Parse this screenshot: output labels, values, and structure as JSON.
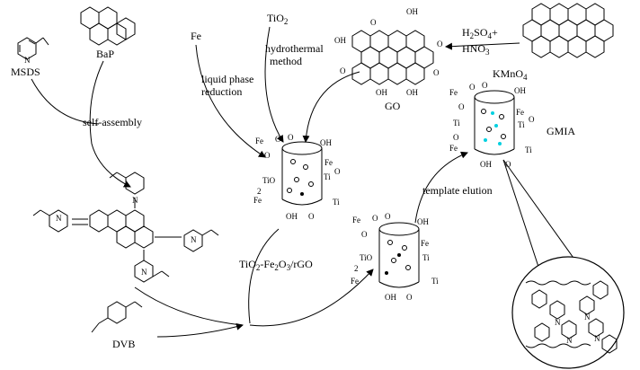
{
  "labels": {
    "msds": "MSDS",
    "bap": "BaP",
    "self_assembly": "self-assembly",
    "dvb": "DVB",
    "fe": "Fe",
    "liquid_phase_reduction_1": "liquid phase",
    "liquid_phase_reduction_2": "reduction",
    "tio2": "TiO",
    "tio2_sub": "2",
    "hydrothermal_1": "hydrothermal",
    "hydrothermal_2": "method",
    "go": "GO",
    "h2so4": "H",
    "h2so4_sub": "2",
    "h2so4_rest": "SO",
    "h2so4_sub2": "4",
    "h2so4_plus": "+",
    "hno3": "HNO",
    "hno3_sub": "3",
    "kmno4": "KMnO",
    "kmno4_sub": "4",
    "gmia": "GMIA",
    "template_elution": "template elution",
    "composite": "TiO",
    "composite_sub": "2",
    "composite_mid": "-Fe",
    "composite_sub2": "2",
    "composite_mid2": "O",
    "composite_sub3": "3",
    "composite_end": "/rGO"
  },
  "atoms": {
    "N": "N",
    "O": "O",
    "OH": "OH",
    "Fe": "Fe",
    "Ti": "Ti",
    "TiO": "TiO",
    "O2": "O",
    "two": "2"
  }
}
